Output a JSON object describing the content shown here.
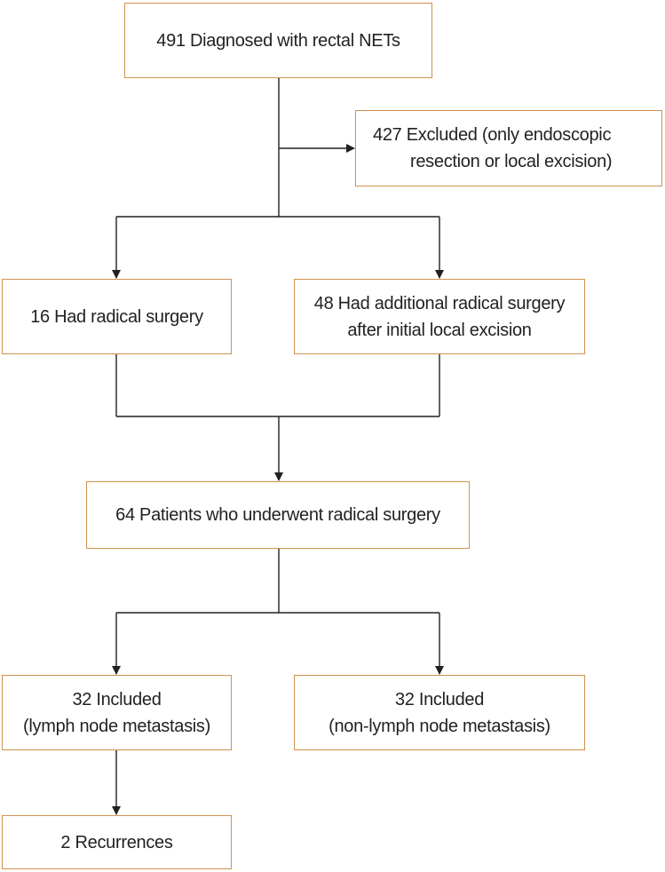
{
  "flowchart": {
    "boxes": {
      "diagnosed": {
        "lines": [
          "491 Diagnosed with rectal NETs"
        ]
      },
      "excluded": {
        "lines": [
          "427 Excluded (only endoscopic",
          "resection or local excision)"
        ]
      },
      "radical": {
        "lines": [
          "16 Had radical surgery"
        ]
      },
      "additional": {
        "lines": [
          "48 Had additional radical surgery",
          "after initial local excision"
        ]
      },
      "patients": {
        "lines": [
          "64 Patients who underwent radical surgery"
        ]
      },
      "included_ln": {
        "lines": [
          "32 Included",
          "(lymph node metastasis)"
        ]
      },
      "included_non_ln": {
        "lines": [
          "32 Included",
          "(non-lymph node metastasis)"
        ]
      },
      "recurrences": {
        "lines": [
          "2 Recurrences"
        ]
      }
    },
    "colors": {
      "box_border": "#d2914e",
      "line": "#231f20",
      "text": "#231f20"
    }
  }
}
